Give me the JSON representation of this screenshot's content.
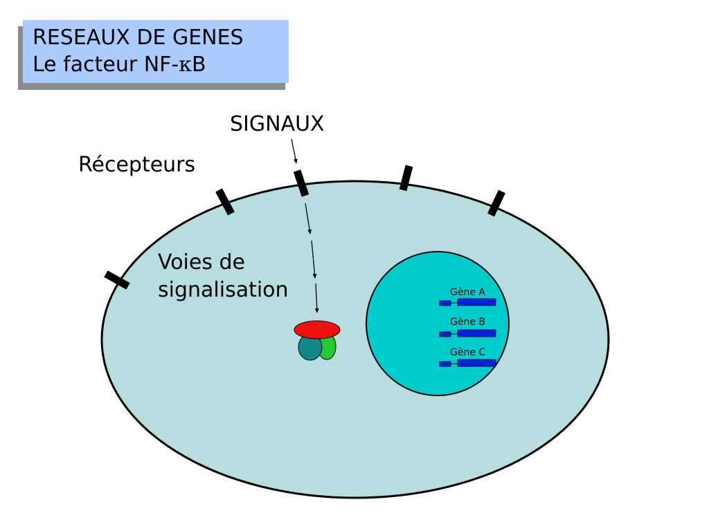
{
  "slide": {
    "title_line1": "RESEAUX DE GENES",
    "title_line2_prefix": "Le facteur NF-",
    "title_line2_greek": "κ",
    "title_line2_suffix": "B"
  },
  "labels": {
    "signaux": "SIGNAUX",
    "recepteurs": "Récepteurs",
    "voies_line1": "Voies de",
    "voies_line2": "signalisation"
  },
  "genes": [
    {
      "label": "Gène A"
    },
    {
      "label": "Gène B"
    },
    {
      "label": "Gène C"
    }
  ],
  "colors": {
    "title_bg": "#aaccff",
    "cell": "#b8dde0",
    "nucleus": "#00cccc",
    "gene": "#0022dd",
    "nfkb_red": "#ee1111",
    "nfkb_teal": "#118888",
    "nfkb_green": "#22cc33"
  }
}
